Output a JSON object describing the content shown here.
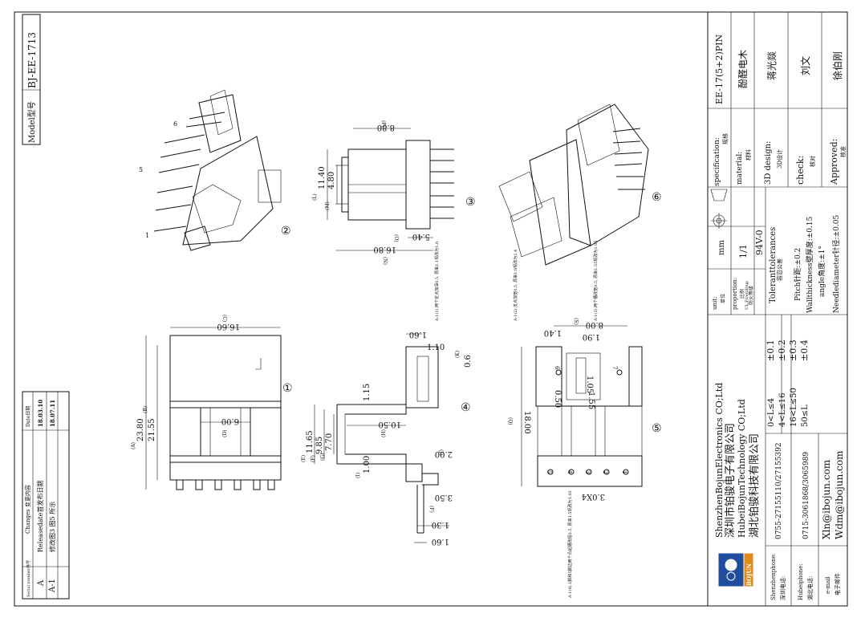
{
  "model": {
    "label": "Model型号",
    "value": "BJ-EE-1713"
  },
  "changes": {
    "headers": [
      "Serial number序号",
      "Changes  变更内容",
      "Date日期"
    ],
    "rows": [
      {
        "serial": "A",
        "change": "Releasedate首发布日期",
        "date": "18.03.10"
      },
      {
        "serial": "A-1",
        "change": "修改图3 图5 所示",
        "date": "18.07.11"
      }
    ]
  },
  "title_block": {
    "specification": {
      "label": "specification:",
      "sub": "规格",
      "value": "EE-17(5+2)PIN"
    },
    "material": {
      "label": "material:",
      "sub": "材料",
      "value": "酚醛电木"
    },
    "design": {
      "label": "3D design:",
      "sub": "3D设计",
      "value": "蒋光燚"
    },
    "check": {
      "label": "check:",
      "sub": "核对",
      "value": "刘文"
    },
    "approved": {
      "label": "Approved:",
      "sub": "核准",
      "value": "徐伯刚"
    },
    "unit": {
      "label": "unit:",
      "sub": "单位",
      "value": "mm"
    },
    "proportion": {
      "label": "proportion:",
      "sub": "比例",
      "value": "1/1"
    },
    "fire": {
      "label": "UL Firerating:",
      "sub": "防火等级",
      "value": "94V-0"
    },
    "tolerance_title": {
      "en": "Toleranttolerances",
      "cn": "容忍公差"
    },
    "tolerances_left": [
      {
        "range": "0<L≤4",
        "tol": "±0.1"
      },
      {
        "range": "4<L≤16",
        "tol": "±0.2"
      },
      {
        "range": "16<L≤50",
        "tol": "±0.3"
      },
      {
        "range": "50≤L",
        "tol": "±0.4"
      }
    ],
    "tolerances_right": [
      "Pitch针距:±0.2",
      "Wallthickness壁厚度:±0.15",
      "angle角度:±1°",
      "Needlediameter针径:±0.05"
    ],
    "company": [
      "ShenzhenBojunElectronics CO;Ltd",
      "深圳市铂骏电子有限公司",
      "HubeiBojunTechnology CO;Ltd",
      "湖北铂骏科技有限公司"
    ],
    "logo_text": "BOJUN",
    "contacts": [
      {
        "label": "Shenzhenphone:",
        "sub": "深圳电话:",
        "value": "0755-27155110/27155392"
      },
      {
        "label": "Hubeiphone:",
        "sub": "湖北电话:",
        "value": "0715-3061868/3065989"
      },
      {
        "label": "e-mail",
        "sub": "电子邮件",
        "value": "Xln@ibojun.com",
        "value2": "Wdm@ibojun.com"
      }
    ]
  },
  "dimensions": {
    "v1": {
      "width": "16.60",
      "c": "(C)",
      "h1": "23.80",
      "a": "(A)",
      "h2": "21.55",
      "b": "(B)",
      "slot": "6.00",
      "d": "(D)"
    },
    "v2": {
      "w": "8.80",
      "p": "(P)",
      "h1": "11.40",
      "l": "(L)",
      "h2": "4.80",
      "m": "(M)",
      "pin": "5.40",
      "o": "(O)",
      "width": "16.80",
      "n": "(N)"
    },
    "v3": {
      "a": "1.60",
      "b": "1.10",
      "c": "0.6",
      "k": "(K)",
      "d": "1.15",
      "e": "11.65",
      "e_l": "(E)",
      "f": "9.85",
      "f_l": "(F)",
      "g": "7.70",
      "g_l": "(G)",
      "h": "10.50",
      "h_l": "(H)",
      "i": "1.00",
      "i_l": "(I)",
      "j": "2.00",
      "j_l": "(J)",
      "k2": "3.50",
      "l2": "1.30",
      "m2": "1.60"
    },
    "v5": {
      "a": "1.40",
      "b": "8.00",
      "s": "(S)",
      "c": "1.90",
      "d": "1.05",
      "e": "1.55",
      "f": "0.50",
      "g": "18.00",
      "q": "(Q)",
      "h": "3.0X4"
    }
  },
  "view_numbers": [
    "①",
    "②",
    "③",
    "④",
    "⑤",
    "⑥"
  ],
  "pin_labels": {
    "v2": [
      "1",
      "5",
      "6"
    ],
    "v5": [
      "5",
      "4",
      "3",
      "2",
      "1",
      "7",
      "6"
    ]
  },
  "notes": [
    "A-1(1).两个定点加深0.5, 原来1.1现改为1.6",
    "A-1(2).支点加宽0.5, 原来1.9现改为2.4",
    "A-1(3).两个槽改宽0.5, 原来1.55现改为1.05",
    "A-1(4).1脚和5脚边两个凸起槽改短0.5, 原来1.5现改为1.05"
  ]
}
